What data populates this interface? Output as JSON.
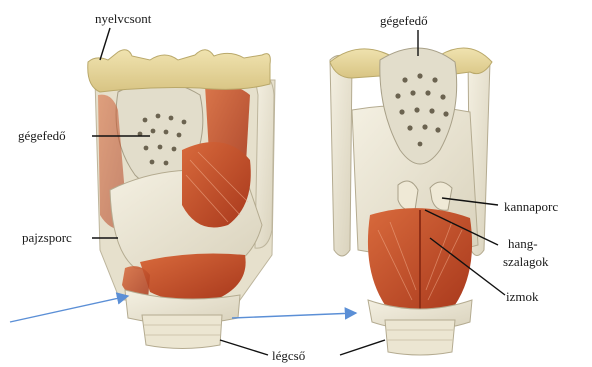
{
  "labels": {
    "hyoid": "nyelvcsont",
    "epiglottis_left": "gégefedő",
    "epiglottis_right": "gégefedő",
    "thyroid": "pajzsporc",
    "arytenoid": "kannaporc",
    "vocal_cords_line1": "hang-",
    "vocal_cords_line2": "szalagok",
    "muscles": "izmok",
    "trachea": "légcső"
  },
  "colors": {
    "cartilage": "#ece7d6",
    "bone": "#e9d9a0",
    "muscle": "#c8502a",
    "leader": "#111111",
    "arrow": "#5b8fd6"
  }
}
